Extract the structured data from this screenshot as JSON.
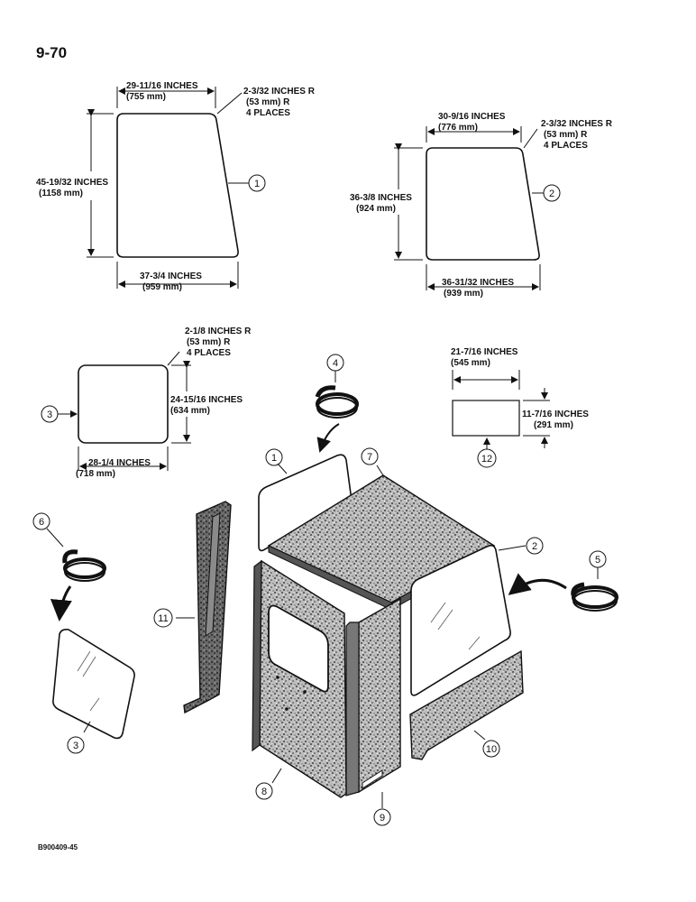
{
  "page_number": "9-70",
  "figure_id": "B900409-45",
  "dimensions": {
    "p1_top": "29-11/16 INCHES",
    "p1_top_mm": "(755 mm)",
    "p1_radius_1": "2-3/32 INCHES R",
    "p1_radius_2": "(53 mm) R",
    "p1_radius_3": "4 PLACES",
    "p1_height": "45-19/32 INCHES",
    "p1_height_mm": "(1158 mm)",
    "p1_bottom": "37-3/4 INCHES",
    "p1_bottom_mm": "(959 mm)",
    "p2_top": "30-9/16 INCHES",
    "p2_top_mm": "(776 mm)",
    "p2_radius_1": "2-3/32 INCHES R",
    "p2_radius_2": "(53 mm) R",
    "p2_radius_3": "4 PLACES",
    "p2_height": "36-3/8 INCHES",
    "p2_height_mm": "(924 mm)",
    "p2_bottom": "36-31/32 INCHES",
    "p2_bottom_mm": "(939 mm)",
    "p3_radius_1": "2-1/8 INCHES R",
    "p3_radius_2": "(53 mm) R",
    "p3_radius_3": "4 PLACES",
    "p3_height": "24-15/16 INCHES",
    "p3_height_mm": "(634 mm)",
    "p3_bottom": "28-1/4 INCHES",
    "p3_bottom_mm": "(718 mm)",
    "p12_width": "21-7/16 INCHES",
    "p12_width_mm": "(545 mm)",
    "p12_height": "11-7/16 INCHES",
    "p12_height_mm": "(291 mm)"
  },
  "callouts": {
    "c1a": "1",
    "c2a": "2",
    "c3a": "3",
    "c4": "4",
    "c12": "12",
    "c1b": "1",
    "c7": "7",
    "c2b": "2",
    "c5": "5",
    "c6": "6",
    "c11": "11",
    "c3b": "3",
    "c8": "8",
    "c9": "9",
    "c10": "10"
  }
}
